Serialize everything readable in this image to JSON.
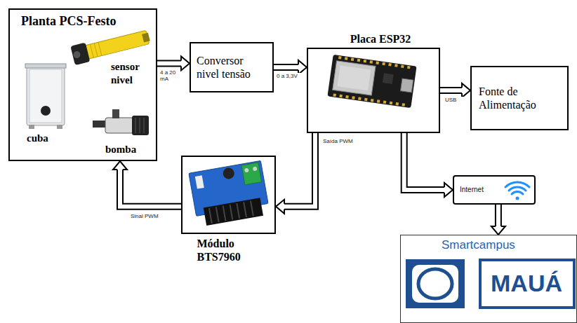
{
  "diagram": {
    "nodes": [
      {
        "text": [
          "Planta PCS-Festo",
          "sensor nivel",
          "cuba",
          "bomba"
        ]
      },
      {
        "text": [
          "Conversor nivel tensão"
        ]
      },
      {
        "text": [
          "Placa ESP32"
        ]
      },
      {
        "text": [
          "Fonte de Alimentação"
        ]
      },
      {
        "text": [
          "Módulo BTS7960"
        ]
      },
      {
        "text": [
          "Internet"
        ]
      },
      {
        "text": [
          "Smartcampus",
          "MAUÁ"
        ]
      }
    ],
    "edges": [
      {
        "from": 0,
        "to": 1,
        "arrow": "to",
        "label": "4 a 20 mA"
      },
      {
        "from": 1,
        "to": 2,
        "arrow": "to",
        "label": "0 a 3,3V"
      },
      {
        "from": 2,
        "to": 3,
        "arrow": "to",
        "label": "USB"
      },
      {
        "from": 2,
        "to": 4,
        "arrow": "to",
        "label": "Saída PWM"
      },
      {
        "from": 4,
        "to": 0,
        "arrow": "to",
        "label": "Sinal PWM"
      },
      {
        "from": 2,
        "to": 5,
        "arrow": "to"
      },
      {
        "from": 5,
        "to": 6,
        "arrow": "to"
      }
    ]
  }
}
